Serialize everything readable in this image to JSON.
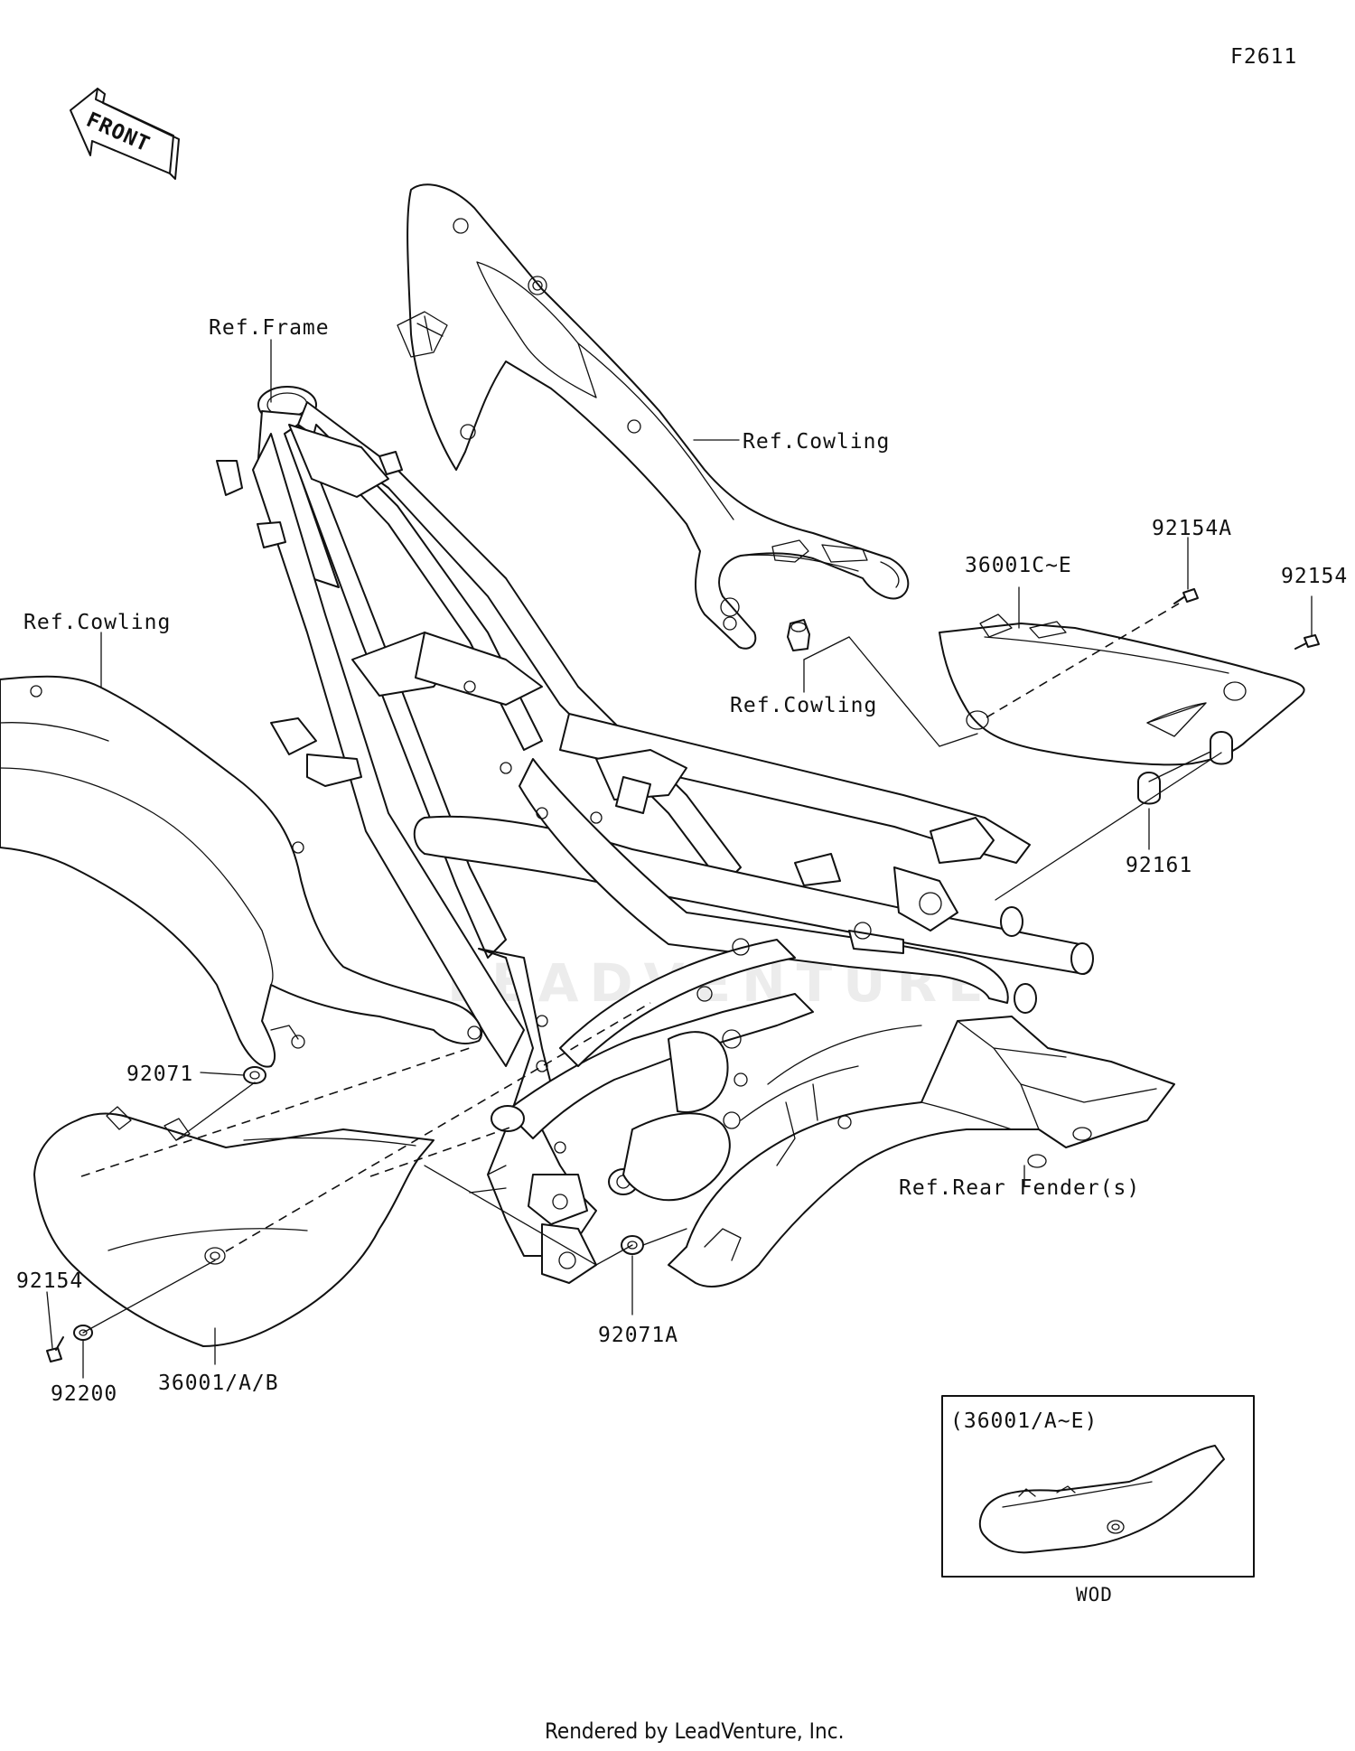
{
  "figure_id": "F2611",
  "front_arrow": {
    "text": "FRONT"
  },
  "callouts": {
    "ref_frame": "Ref.Frame",
    "ref_cowling_top": "Ref.Cowling",
    "ref_cowling_left": "Ref.Cowling",
    "ref_cowling_mid": "Ref.Cowling",
    "ref_rear_fender": "Ref.Rear Fender(s)"
  },
  "part_numbers": {
    "p36001c_e": "36001C~E",
    "p92154a": "92154A",
    "p92154_right": "92154",
    "p92161": "92161",
    "p92071": "92071",
    "p92071a": "92071A",
    "p92154_left": "92154",
    "p92200": "92200",
    "p36001_ab": "36001/A/B"
  },
  "inset": {
    "title": "(36001/A~E)",
    "caption": "WOD"
  },
  "watermark": "LEADVENTURE",
  "footer": "Rendered by LeadVenture, Inc."
}
